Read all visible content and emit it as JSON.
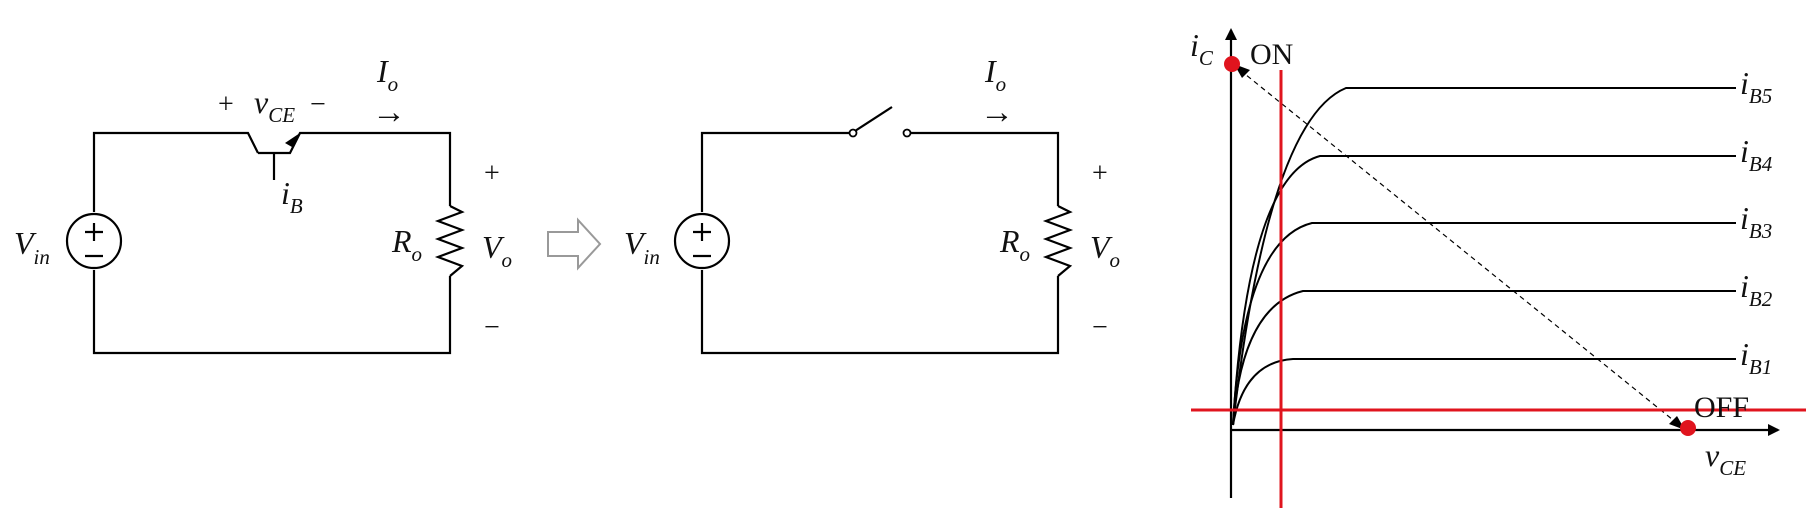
{
  "colors": {
    "line": "#000000",
    "operating_line": "#e0141e",
    "operating_point": "#e0141e",
    "arrow_outline": "#999999"
  },
  "circuit_transistor": {
    "source_main": "V",
    "source_sub": "in",
    "vce_plus": "+",
    "vce_main": "v",
    "vce_sub": "CE",
    "vce_minus": "−",
    "ib_main": "i",
    "ib_sub": "B",
    "io_main": "I",
    "io_sub": "o",
    "io_arrow": "→",
    "load_main": "R",
    "load_sub": "o",
    "vo_plus": "+",
    "vo_main": "V",
    "vo_sub": "o",
    "vo_minus": "−"
  },
  "circuit_switch": {
    "source_main": "V",
    "source_sub": "in",
    "io_main": "I",
    "io_sub": "o",
    "io_arrow": "→",
    "load_main": "R",
    "load_sub": "o",
    "vo_plus": "+",
    "vo_main": "V",
    "vo_sub": "o",
    "vo_minus": "−"
  },
  "graph": {
    "y_axis_main": "i",
    "y_axis_sub": "C",
    "x_axis_main": "v",
    "x_axis_sub": "CE",
    "on_label": "ON",
    "off_label": "OFF",
    "curves": [
      {
        "main": "i",
        "sub": "B5"
      },
      {
        "main": "i",
        "sub": "B4"
      },
      {
        "main": "i",
        "sub": "B3"
      },
      {
        "main": "i",
        "sub": "B2"
      },
      {
        "main": "i",
        "sub": "B1"
      }
    ]
  }
}
